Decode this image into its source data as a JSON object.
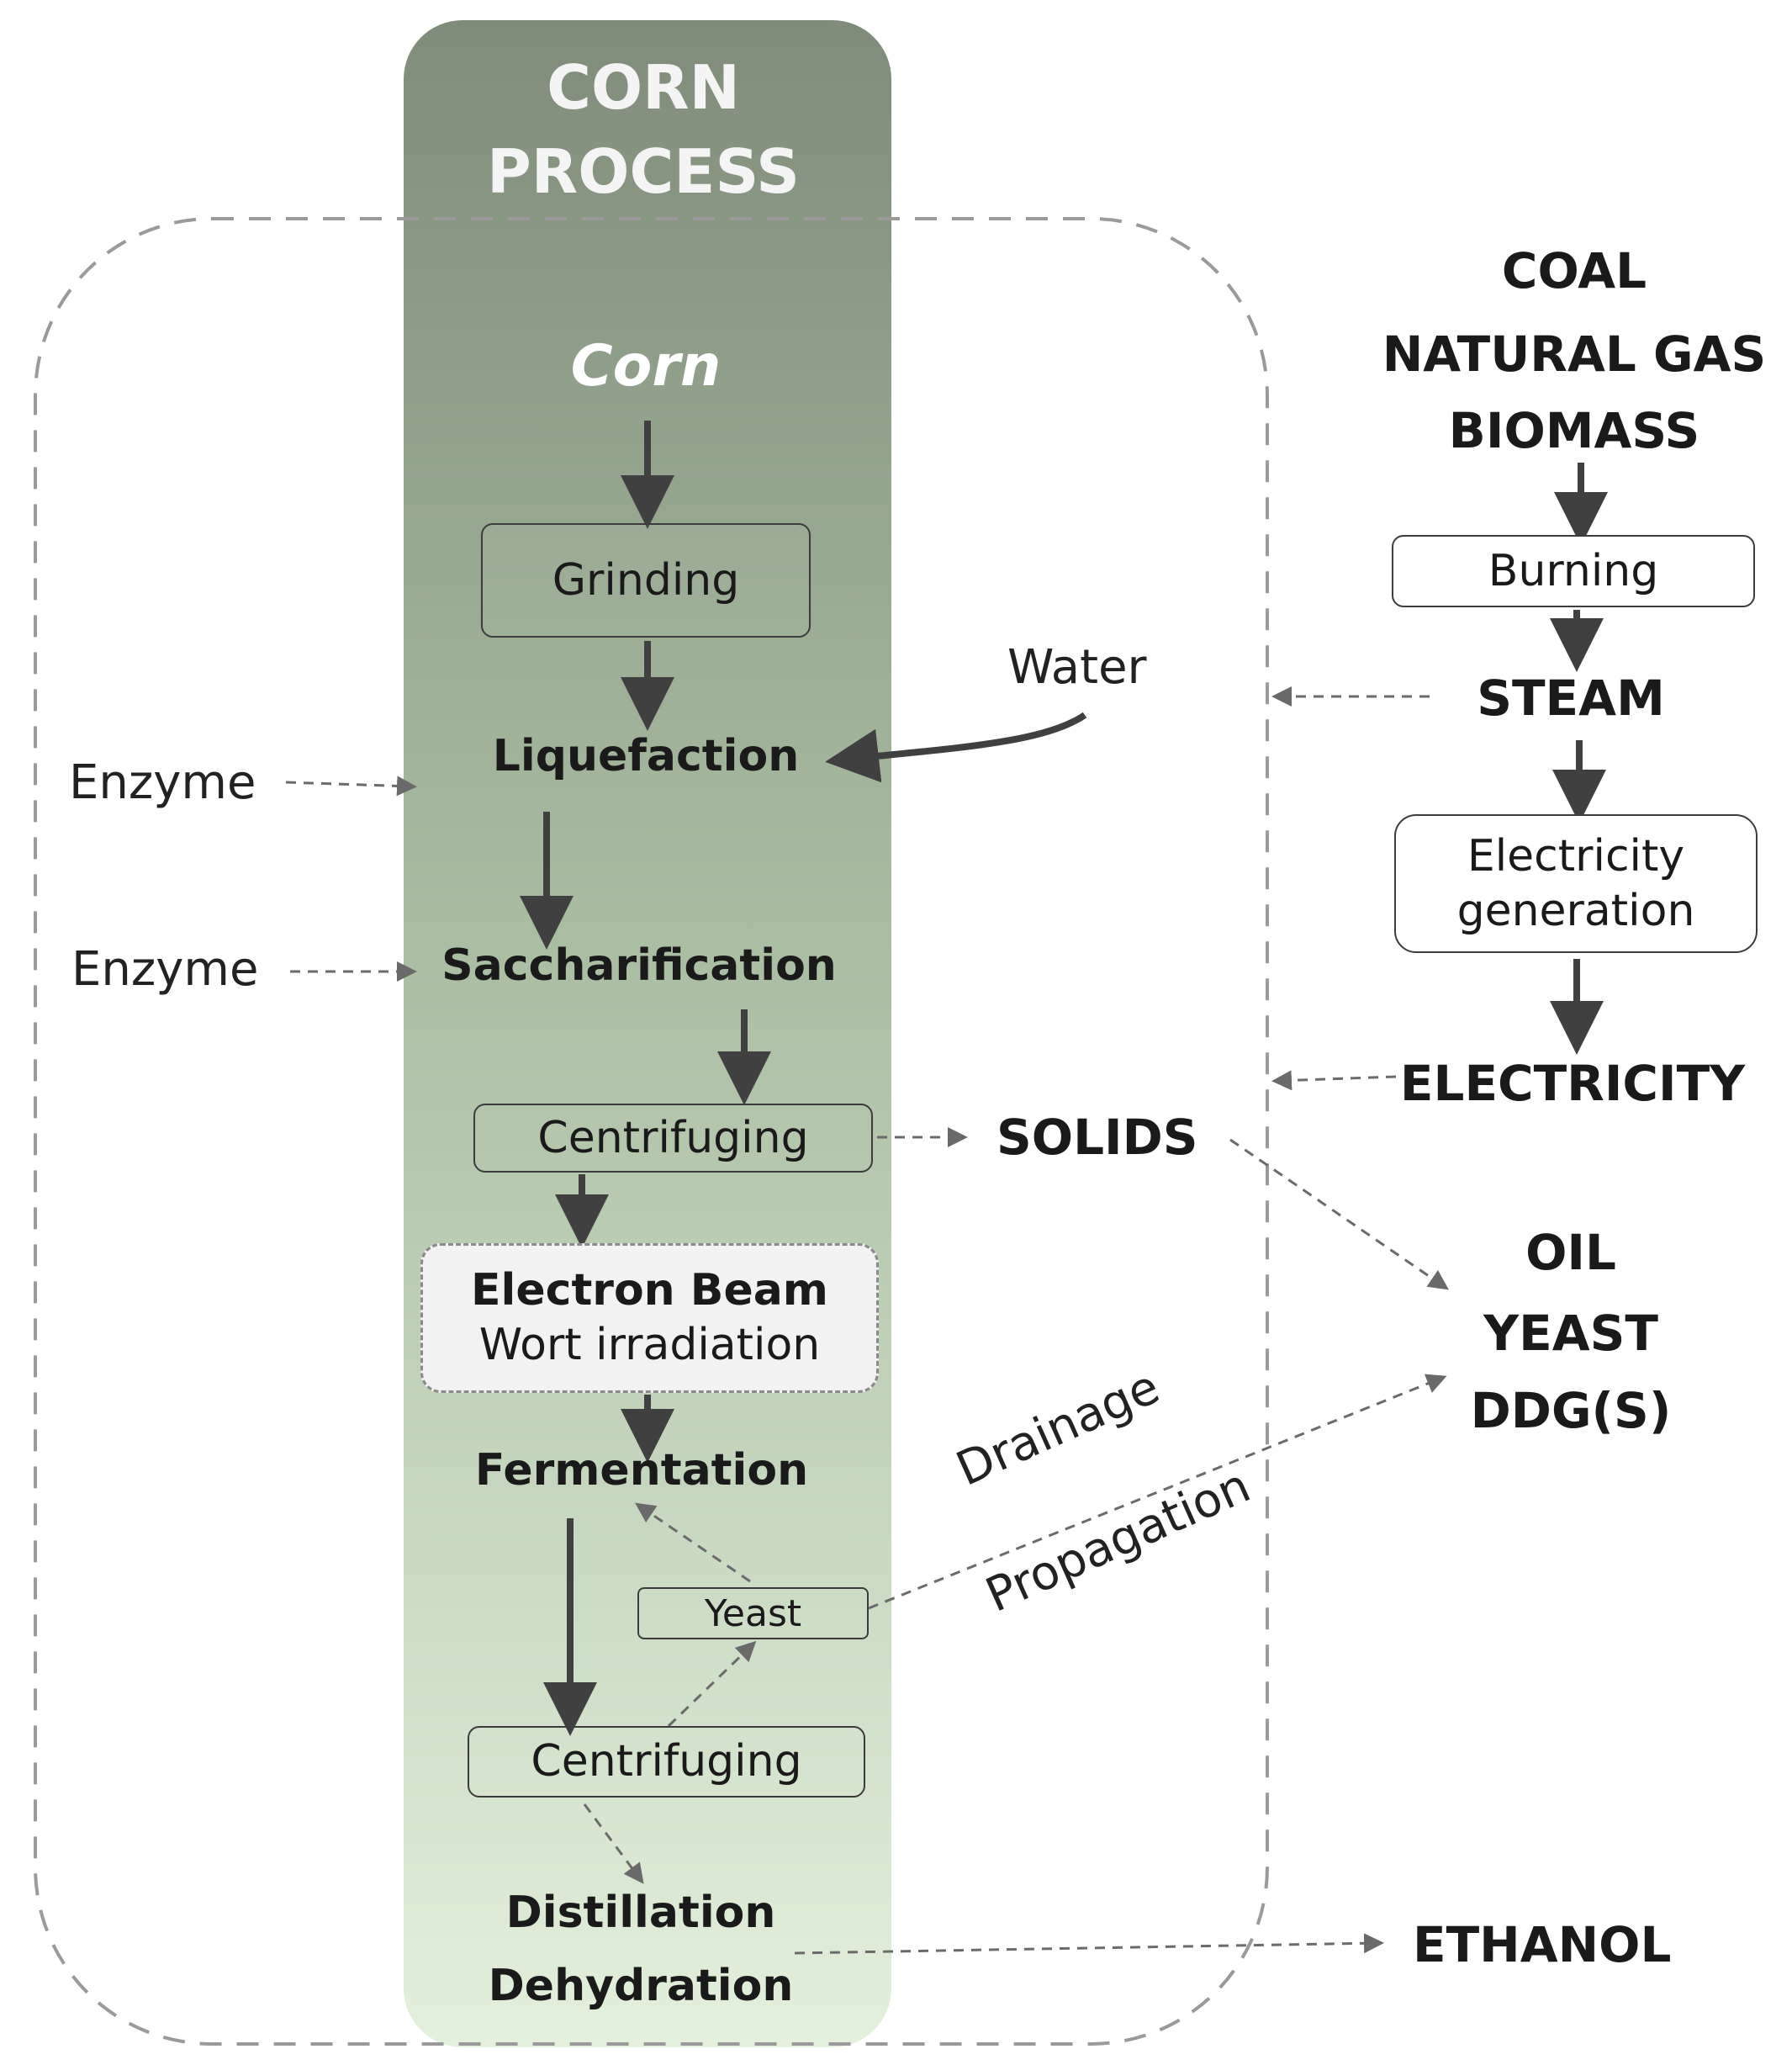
{
  "process": {
    "title_line1": "CORN",
    "title_line2": "PROCESS",
    "input": "Corn",
    "grinding": "Grinding",
    "liquefaction": "Liquefaction",
    "saccharification": "Saccharification",
    "centrifuging_1": "Centrifuging",
    "electron_beam": "Electron Beam",
    "wort_irradiation": "Wort irradiation",
    "fermentation": "Fermentation",
    "yeast": "Yeast",
    "centrifuging_2": "Centrifuging",
    "distillation": "Distillation",
    "dehydration": "Dehydration"
  },
  "inputs": {
    "enzyme_1": "Enzyme",
    "enzyme_2": "Enzyme",
    "water": "Water"
  },
  "energy": {
    "fuel_1": "COAL",
    "fuel_2": "NATURAL GAS",
    "fuel_3": "BIOMASS",
    "burning": "Burning",
    "steam": "STEAM",
    "generation_line1": "Electricity",
    "generation_line2": "generation",
    "electricity": "ELECTRICITY"
  },
  "outputs": {
    "solids": "SOLIDS",
    "oil": "OIL",
    "yeast": "YEAST",
    "ddgs": "DDG(S)",
    "ethanol": "ETHANOL"
  },
  "edge_labels": {
    "drainage": "Drainage",
    "propagation": "Propagation"
  },
  "colors": {
    "column_top": "#7f8c7a",
    "column_bottom": "#e3f0dc",
    "arrow": "#404040",
    "dashed": "#8a8a8a"
  }
}
